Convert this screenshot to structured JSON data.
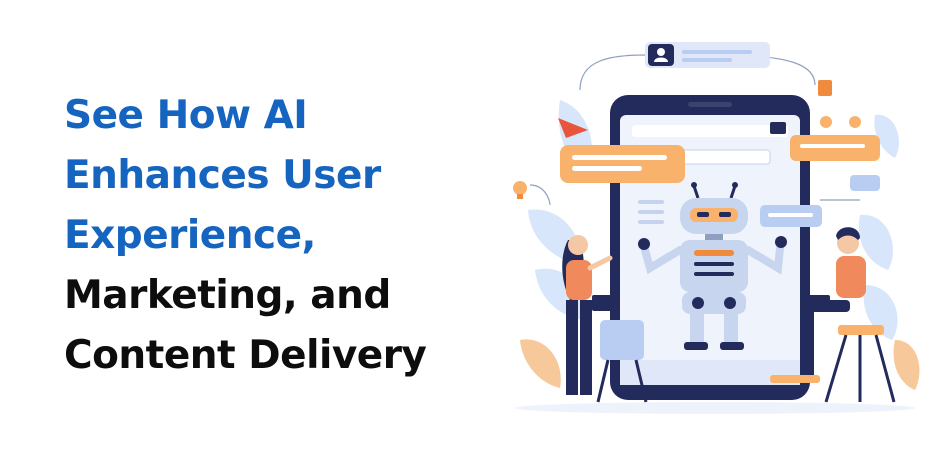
{
  "headline": {
    "line1": "See How AI",
    "line2": "Enhances User",
    "line3": "Experience,",
    "line4": "Marketing, and",
    "line5": "Content Delivery"
  },
  "colors": {
    "headline_accent": "#1565c0",
    "headline_dark": "#0d0d0d",
    "phone_frame": "#232a5c",
    "robot_body": "#c8d5ee",
    "robot_accent": "#f08a3c",
    "bubble_orange": "#f9b26b",
    "bubble_blue": "#b9cdf2",
    "leaf_light": "#d7e6fa",
    "leaf_orange": "#f7c89a"
  },
  "icons": {
    "profile_bubble": "user-icon",
    "paper_plane": "paper-plane-icon",
    "lightbulb": "lightbulb-icon",
    "reactions": "heart-icon"
  }
}
